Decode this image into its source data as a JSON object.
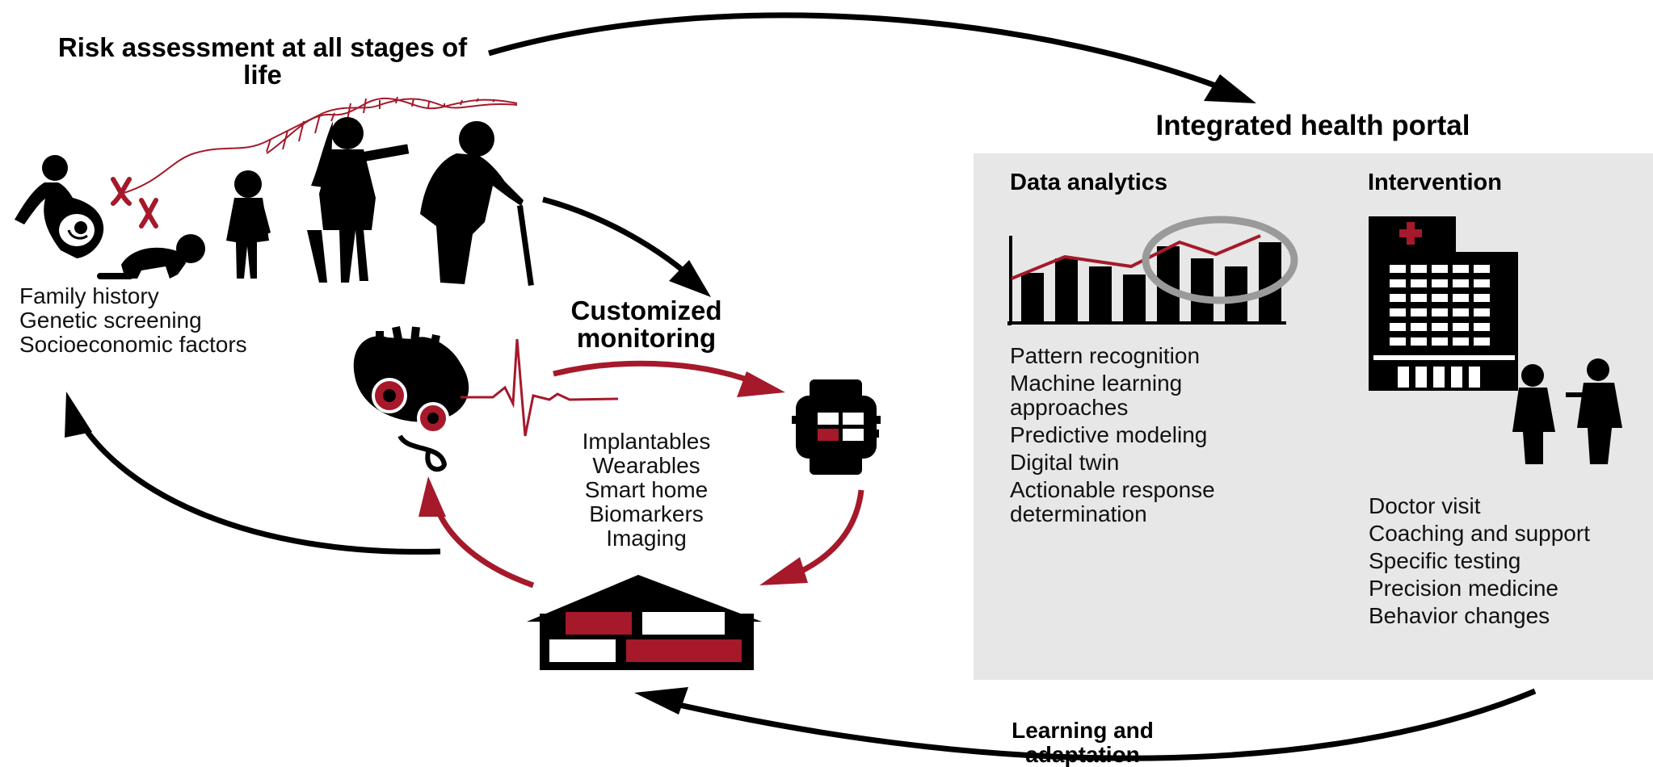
{
  "risk": {
    "title": "Risk assessment at all stages of life",
    "items": [
      "Family history",
      "Genetic screening",
      "Socioeconomic factors"
    ]
  },
  "portal": {
    "title": "Integrated health portal"
  },
  "analytics": {
    "title": "Data analytics",
    "items": [
      "Pattern recognition",
      "Machine learning approaches",
      "Predictive modeling",
      "Digital twin",
      "Actionable response determination"
    ]
  },
  "intervention": {
    "title": "Intervention",
    "items": [
      "Doctor visit",
      "Coaching and support",
      "Specific testing",
      "Precision medicine",
      "Behavior changes"
    ]
  },
  "monitoring": {
    "title": "Customized monitoring",
    "items": [
      "Implantables",
      "Wearables",
      "Smart home",
      "Biomarkers",
      "Imaging"
    ]
  },
  "learning": {
    "title": "Learning and adaptation"
  },
  "colors": {
    "accent_red": "#a5192b",
    "panel_gray": "#e6e7e6",
    "ink": "#000000"
  },
  "icons": [
    "pregnant-woman-icon",
    "chromosome-icon",
    "dna-strand-icon",
    "crawling-baby-icon",
    "child-icon",
    "woman-with-tablet-icon",
    "elderly-person-with-cane-icon",
    "heart-implant-icon",
    "ecg-wave-icon",
    "smartwatch-icon",
    "smart-home-icon",
    "mini-bar-chart-icon",
    "magnifier-icon",
    "hospital-icon",
    "doctor-patient-icon"
  ]
}
